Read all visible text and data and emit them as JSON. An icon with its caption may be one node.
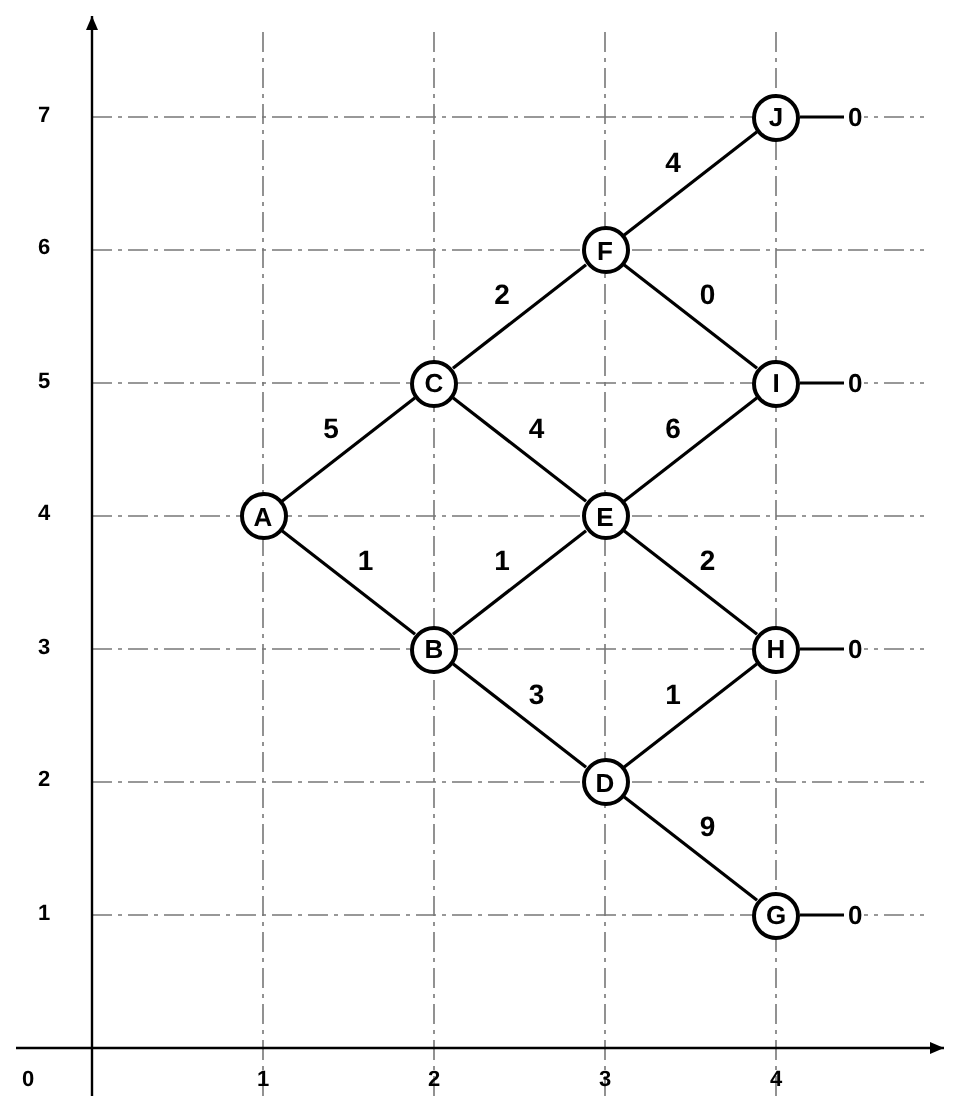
{
  "diagram": {
    "nodes": [
      {
        "text": [
          "A"
        ]
      },
      {
        "text": [
          "B"
        ]
      },
      {
        "text": [
          "C"
        ]
      },
      {
        "text": [
          "D"
        ]
      },
      {
        "text": [
          "E"
        ]
      },
      {
        "text": [
          "F"
        ]
      },
      {
        "text": [
          "G"
        ]
      },
      {
        "text": [
          "H"
        ]
      },
      {
        "text": [
          "I"
        ]
      },
      {
        "text": [
          "J"
        ]
      },
      {
        "text": [
          "0"
        ]
      },
      {
        "text": [
          "0"
        ]
      },
      {
        "text": [
          "0"
        ]
      },
      {
        "text": [
          "0"
        ]
      }
    ],
    "edges": [
      {
        "from": 0,
        "to": 2,
        "arrow": "none",
        "label": "5"
      },
      {
        "from": 0,
        "to": 1,
        "arrow": "none",
        "label": "1"
      },
      {
        "from": 2,
        "to": 5,
        "arrow": "none",
        "label": "2"
      },
      {
        "from": 2,
        "to": 4,
        "arrow": "none",
        "label": "4"
      },
      {
        "from": 1,
        "to": 4,
        "arrow": "none",
        "label": "1"
      },
      {
        "from": 1,
        "to": 3,
        "arrow": "none",
        "label": "3"
      },
      {
        "from": 5,
        "to": 9,
        "arrow": "none",
        "label": "4"
      },
      {
        "from": 5,
        "to": 8,
        "arrow": "none",
        "label": "0"
      },
      {
        "from": 4,
        "to": 8,
        "arrow": "none",
        "label": "6"
      },
      {
        "from": 4,
        "to": 7,
        "arrow": "none",
        "label": "2"
      },
      {
        "from": 3,
        "to": 7,
        "arrow": "none",
        "label": "1"
      },
      {
        "from": 3,
        "to": 6,
        "arrow": "none",
        "label": "9"
      },
      {
        "from": 9,
        "to": 10,
        "arrow": "none"
      },
      {
        "from": 8,
        "to": 11,
        "arrow": "none"
      },
      {
        "from": 7,
        "to": 12,
        "arrow": "none"
      },
      {
        "from": 6,
        "to": 13,
        "arrow": "none"
      }
    ],
    "labels": [
      "7",
      "6",
      "5",
      "4",
      "3",
      "2",
      "1",
      "0",
      "1",
      "2",
      "3",
      "4"
    ]
  }
}
